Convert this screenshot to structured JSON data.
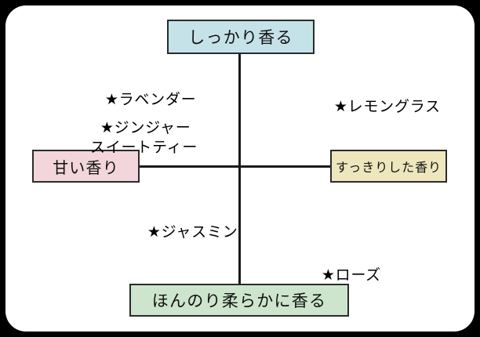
{
  "diagram": {
    "type": "quadrant-map",
    "title_visible": false,
    "axes": {
      "vertical": {
        "top_label": "しっかり香る",
        "bottom_label": "ほんのり柔らかに香る"
      },
      "horizontal": {
        "left_label": "甘い香り",
        "right_label": "すっきりした香り"
      }
    },
    "poles": {
      "top": {
        "text": "しっかり香る",
        "color": "#c5e2e8"
      },
      "left": {
        "text": "甘い香り",
        "color": "#f2d6dc"
      },
      "right": {
        "text": "すっきりした香り",
        "color": "#eee6bd"
      },
      "bottom": {
        "text": "ほんのり柔らかに香る",
        "color": "#cde5cc"
      }
    },
    "items": [
      {
        "marker": "★",
        "name": "ラベンダー",
        "quadrant": "upper-left"
      },
      {
        "marker": "★",
        "line1": "ジンジャー",
        "line2": "スイートティー",
        "name": "ジンジャースイートティー",
        "quadrant": "upper-left"
      },
      {
        "marker": "★",
        "name": "レモングラス",
        "quadrant": "upper-right"
      },
      {
        "marker": "★",
        "name": "ジャスミン",
        "quadrant": "lower-left"
      },
      {
        "marker": "★",
        "name": "ローズ",
        "quadrant": "lower-right"
      }
    ],
    "colors": {
      "frame": "#000000",
      "canvas": "#ffffff",
      "axis_line": "#1a1a1a",
      "box_border": "#2b2b2b",
      "text": "#111111"
    }
  }
}
